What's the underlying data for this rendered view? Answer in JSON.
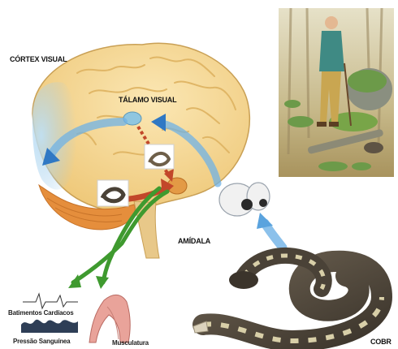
{
  "labels": {
    "cortex_visual": "CÓRTEX VISUAL",
    "talamo_visual": "TÁLAMO VISUAL",
    "amidala": "AMÍDALA",
    "batimentos": "Batimentos Cardíacos",
    "pressao": "Pressão Sanguínea",
    "musculatura": "Musculatura",
    "cobra": "COBR"
  },
  "colors": {
    "brain_fill": "#f4d99a",
    "brain_fold": "#e2b764",
    "cortex_blue": "#9fcbea",
    "cerebellum": "#e58e3c",
    "amygdala": "#e39a45",
    "thalamus": "#8fc6e0",
    "arrow_blue": "#2f78c4",
    "arrow_red": "#c2472a",
    "arrow_green": "#3f9a2f",
    "arrow_light_blue": "#6fb2e6"
  }
}
